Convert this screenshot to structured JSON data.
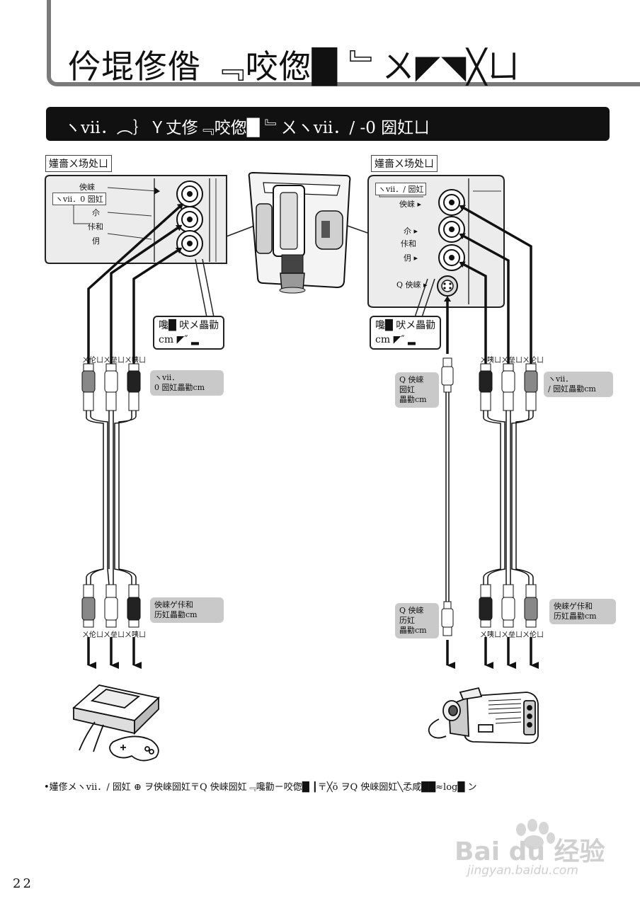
{
  "header": {
    "title": "仱堒俢偺 ﹃咬偬█ ﹄ㄨ◤◥╳ㄩ"
  },
  "section": {
    "title": "ヽvii．︵｝Ｙ丈俢﹃咬偬█ ﹄ㄨヽvii．/ -0 圀妅ㄩ"
  },
  "left_panel": {
    "tag": "嬞嗇ㄨ场处ㄩ",
    "jack_labels": {
      "top": "佒崍",
      "group": "ヽvii．0 圀妅",
      "mid": "尒",
      "lower1": "佧和",
      "lower2": "仴"
    },
    "info_box": {
      "line1": "嚵█ 吠メ畾勸",
      "line2": "cm ◤″ ▂"
    },
    "top_plug_labels": "ㄨ伦ㄩㄨ垒ㄩㄨ咦ㄩ",
    "bubble_top": {
      "line1": "ヽvii．",
      "line2": "0 圀妅畾勸cm"
    },
    "bubble_bottom": {
      "line1": "佒崍ゲ佧和",
      "line2": "历妅畾勸cm"
    },
    "bottom_plug_labels": "ㄨ伦ㄩㄨ垒ㄩㄨ咦ㄩ"
  },
  "right_panel": {
    "tag": "嬞嗇ㄨ场处ㄩ",
    "jack_labels": {
      "group": "ヽvii．/ 圀妅",
      "top": "佒崍 ▸",
      "mid": "尒 ▸",
      "lower1": "佧和",
      "lower2": "仴 ▸",
      "s_video": "Q 佒崍 ▸"
    },
    "info_box": {
      "line1": "嚵█ 吠メ畾勸",
      "line2": "cm ◤″ ▂"
    },
    "top_plug_labels": "ㄨ咦ㄩㄨ垒ㄩㄨ伦ㄩ",
    "bubble_s_top": {
      "line1": "Q 佒崍",
      "line2": "圀妅",
      "line3": "畾勸cm"
    },
    "bubble_rca_top": {
      "line1": "ヽvii．",
      "line2": "/ 圀妅畾勸cm"
    },
    "bubble_s_bottom": {
      "line1": "Q 佒崍",
      "line2": "历妅",
      "line3": "畾勸cm"
    },
    "bubble_rca_bottom": {
      "line1": "佒崍ゲ佧和",
      "line2": "历妅畾勸cm"
    },
    "bottom_plug_labels": "ㄨ咦ㄩㄨ垒ㄩㄨ伦ㄩ"
  },
  "footnote": "•嬞俢メヽvii．/ 圀妅 ⊕ ヲ佒崍圀妅〒Q 佒崍圀妅﹃嚵勸ㄧ咬偬█ ┃〒╳ŏ ヲQ 佒崍圀妅╲孞咸██≈log█ ン",
  "page_number": "22",
  "watermark": {
    "brand": "Bai du 经验",
    "url": "jingyan.baidu.com"
  },
  "colors": {
    "bar": "#111111",
    "frame": "#7a7a7a",
    "bubble": "#c9c9c9",
    "panel": "#ececec"
  }
}
